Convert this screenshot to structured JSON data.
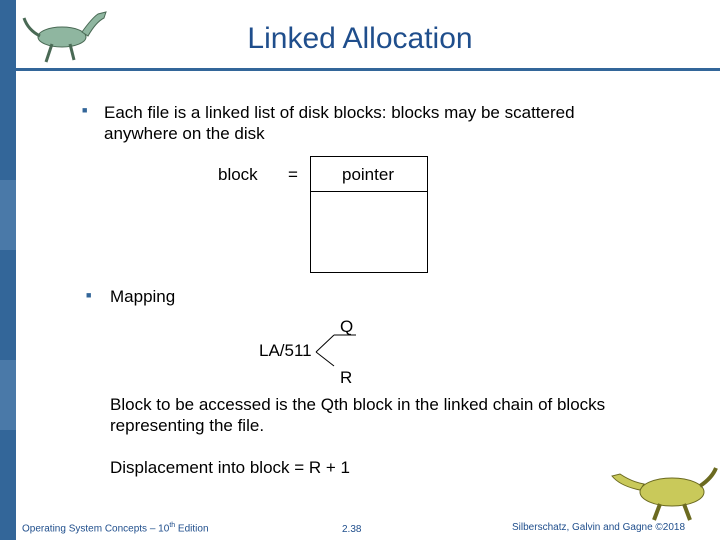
{
  "slide": {
    "title": "Linked Allocation",
    "bullet1_line1": "Each file is a linked list of disk blocks: blocks may be scattered",
    "bullet1_line2": "anywhere on the disk",
    "block_label": "block",
    "equals": "=",
    "pointer_label": "pointer",
    "bullet2": "Mapping",
    "la": "LA/511",
    "q": "Q",
    "r": "R",
    "para1_line1": "Block to be accessed is the Qth block in the linked chain of blocks",
    "para1_line2": "representing the file.",
    "para2": "Displacement into block = R + 1"
  },
  "footer": {
    "left_prefix": "Operating System Concepts – 10",
    "left_sup": "th",
    "left_suffix": " Edition",
    "center": "2.38",
    "right": "Silberschatz, Galvin and Gagne ©2018"
  },
  "colors": {
    "sidebar": "#336699",
    "title": "#1f4e8c"
  }
}
